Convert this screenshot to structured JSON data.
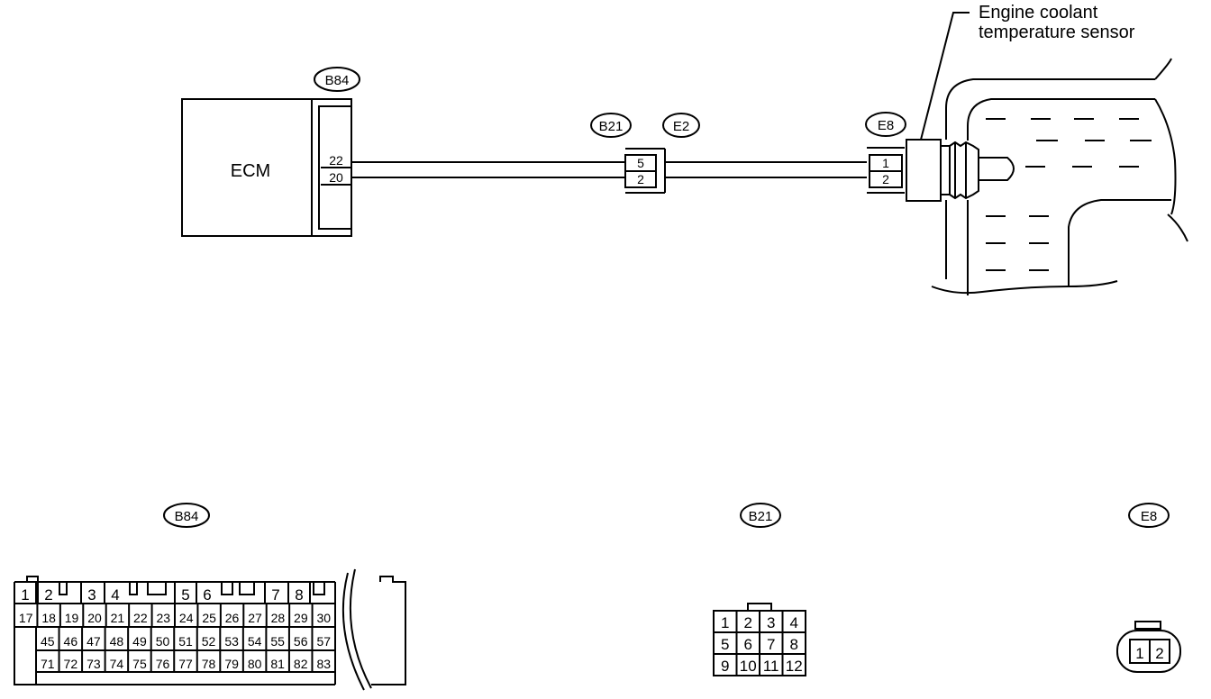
{
  "diagram": {
    "ecm_label": "ECM",
    "sensor_label_line1": "Engine coolant",
    "sensor_label_line2": "temperature sensor",
    "connectors": {
      "b84": "B84",
      "b21": "B21",
      "e2": "E2",
      "e8": "E8"
    },
    "ecm_pins": [
      "22",
      "20"
    ],
    "b21_e2_pins": [
      "5",
      "2"
    ],
    "e8_pins": [
      "1",
      "2"
    ],
    "lower_views": {
      "b84_label": "B84",
      "b21_label": "B21",
      "e8_label": "E8",
      "b84_top_row": [
        "1",
        "2",
        "3",
        "4",
        "5",
        "6",
        "7",
        "8"
      ],
      "b84_row2": [
        "17",
        "18",
        "19",
        "20",
        "21",
        "22",
        "23",
        "24",
        "25",
        "26",
        "27",
        "28",
        "29",
        "30"
      ],
      "b84_row3": [
        "45",
        "46",
        "47",
        "48",
        "49",
        "50",
        "51",
        "52",
        "53",
        "54",
        "55",
        "56",
        "57"
      ],
      "b84_row4": [
        "71",
        "72",
        "73",
        "74",
        "75",
        "76",
        "77",
        "78",
        "79",
        "80",
        "81",
        "82",
        "83"
      ],
      "b21_rows": [
        [
          "1",
          "2",
          "3",
          "4"
        ],
        [
          "5",
          "6",
          "7",
          "8"
        ],
        [
          "9",
          "10",
          "11",
          "12"
        ]
      ],
      "e8_pins": [
        "1",
        "2"
      ]
    }
  }
}
